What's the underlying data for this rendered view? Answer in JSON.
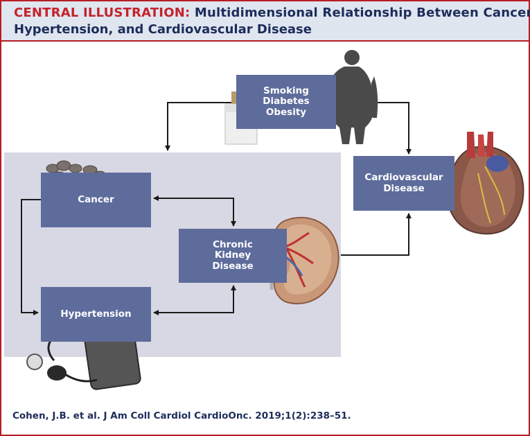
{
  "header": {
    "label": "CENTRAL ILLUSTRATION:",
    "title_part1": "Multidimensional Relationship Between Cancer,",
    "title_part2": "Hypertension, and Cardiovascular Disease"
  },
  "boxes": {
    "risk_factors": [
      "Smoking",
      "Diabetes",
      "Obesity"
    ],
    "cancer": "Cancer",
    "ckd": [
      "Chronic",
      "Kidney",
      "Disease"
    ],
    "hypertension": "Hypertension",
    "cvd": [
      "Cardiovascular",
      "Disease"
    ]
  },
  "icons": [
    "cigarette-pack-icon",
    "obese-silhouette-icon",
    "cancer-cells-icon",
    "kidney-icon",
    "heart-icon",
    "blood-pressure-cuff-icon"
  ],
  "colors": {
    "accent_red": "#c4232b",
    "navy_text": "#1d2c5a",
    "box_fill": "#5e6c9c",
    "panel_fill": "#d8d8e4",
    "header_fill": "#dfe6f0"
  },
  "citation": "Cohen, J.B. et al. J Am Coll Cardiol CardioOnc. 2019;1(2):238–51."
}
